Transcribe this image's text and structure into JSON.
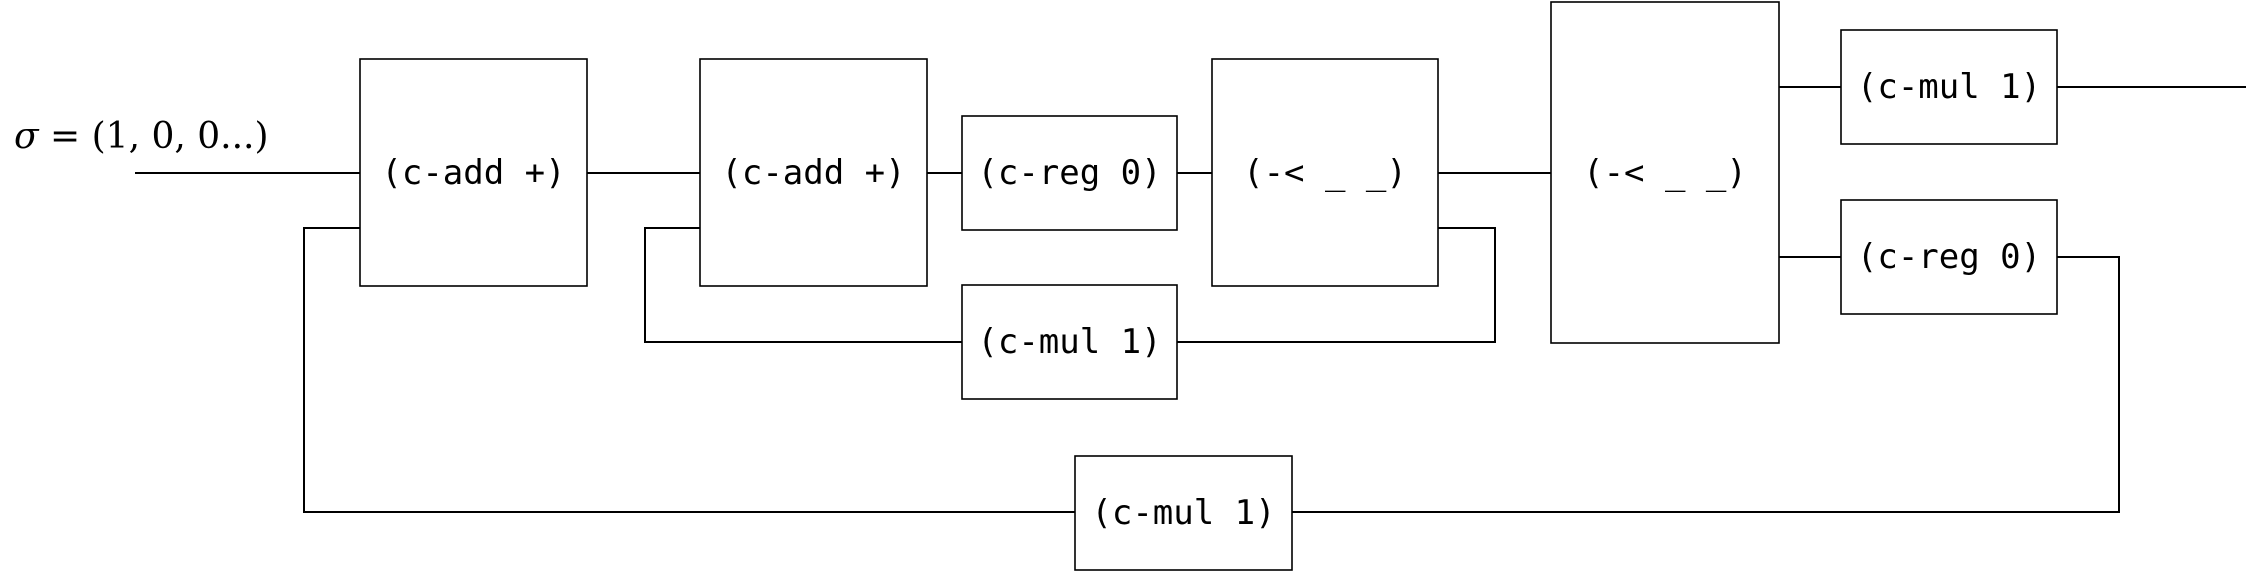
{
  "input": {
    "symbol": "σ",
    "equals": " = ",
    "value": "(1, 0, 0...)"
  },
  "nodes": {
    "add_outer": "(c-add +)",
    "add_inner": "(c-add +)",
    "reg_top": "(c-reg 0)",
    "split_1": "(-< _ _)",
    "mul_inner_loop": "(c-mul 1)",
    "split_2": "(-< _ _)",
    "mul_output": "(c-mul 1)",
    "reg_feedback": "(c-reg 0)",
    "mul_outer_loop": "(c-mul 1)"
  }
}
